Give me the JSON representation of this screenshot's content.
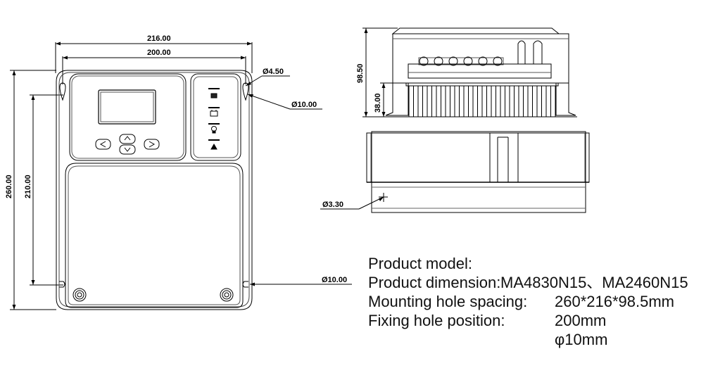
{
  "dimensions": {
    "overall_width": "216.00",
    "hole_spacing_width": "200.00",
    "overall_height": "260.00",
    "hole_spacing_height": "210.00",
    "hole_small": "Ø4.50",
    "hole_top_right": "Ø10.00",
    "hole_bottom_right": "Ø10.00",
    "side_height": "98.50",
    "heatsink_height": "38.00",
    "bottom_hole": "Ø3.30"
  },
  "specs": [
    {
      "label": "Product model:",
      "value": "MA4830N15、MA2460N15"
    },
    {
      "label": "Product dimension:",
      "value": "260*216*98.5mm"
    },
    {
      "label": "Mounting hole spacing:",
      "value": "200mm"
    },
    {
      "label": "Fixing hole position:",
      "value": "φ10mm"
    }
  ],
  "icons": {
    "nav_buttons": [
      "left-arrow-icon",
      "up-arrow-icon",
      "down-arrow-icon",
      "right-arrow-icon"
    ],
    "indicators": [
      "solar-panel-icon",
      "battery-icon",
      "bulb-icon",
      "warning-icon"
    ]
  }
}
